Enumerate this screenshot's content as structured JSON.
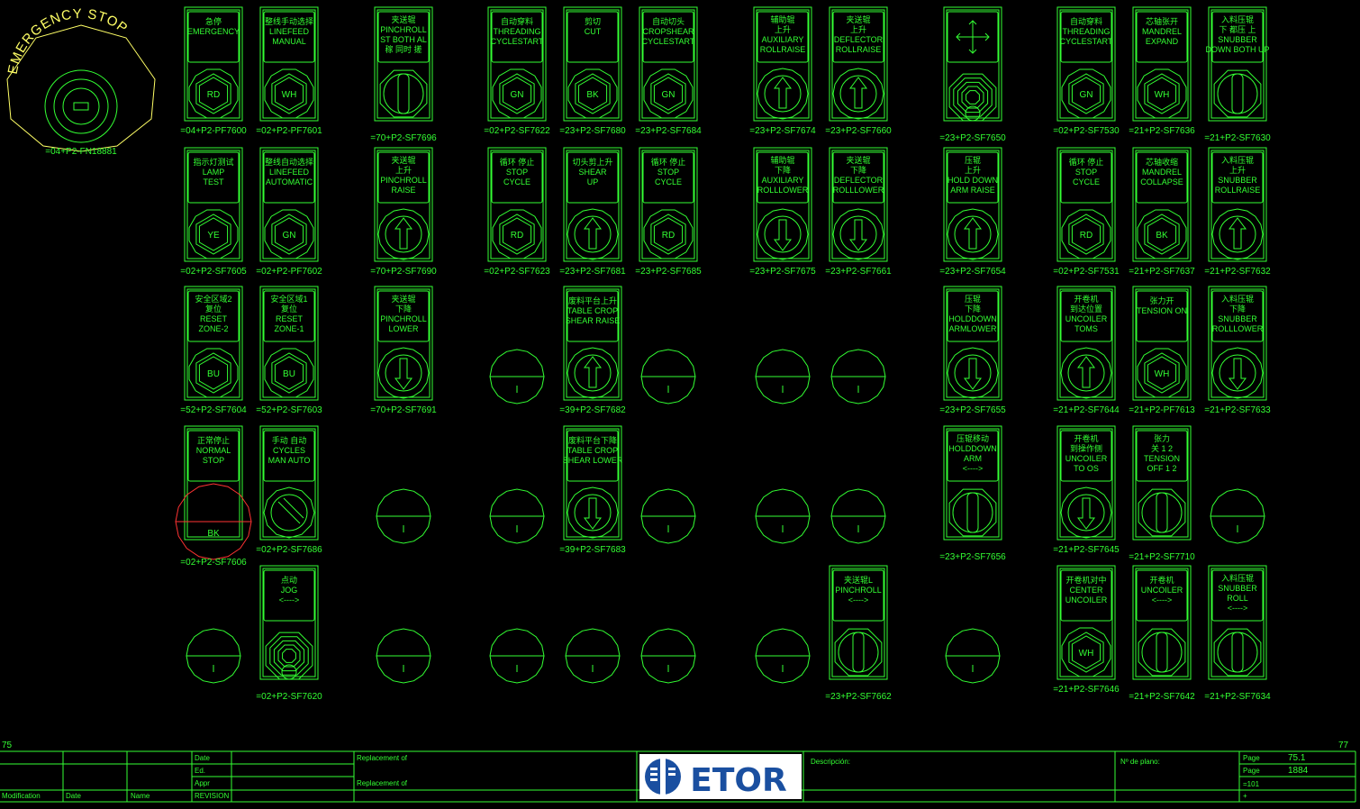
{
  "page_markers": {
    "left": "75",
    "right": "77"
  },
  "emergency": {
    "text": "EMERGENCY STOP",
    "tag": "=04+P2-FN18881"
  },
  "stations": [
    {
      "col": 0,
      "row": 0,
      "kind": "lamp",
      "color": "RD",
      "label": [
        "急停",
        "EMERGENCY"
      ],
      "tag": "=04+P2-PF7600"
    },
    {
      "col": 1,
      "row": 0,
      "kind": "lamp",
      "color": "WH",
      "label": [
        "整线手动选择",
        "LINEFEED",
        "MANUAL"
      ],
      "tag": "=02+P2-PF7601"
    },
    {
      "col": 2,
      "row": 0,
      "kind": "selector",
      "label": [
        "夹送辊",
        "PINCHROLL",
        "ST BOTH AL",
        "稼 同时 搓"
      ],
      "tag": "=70+P2-SF7696"
    },
    {
      "col": 3,
      "row": 0,
      "kind": "button",
      "color": "GN",
      "label": [
        "自动穿料",
        "THREADING",
        "CYCLESTART"
      ],
      "tag": "=02+P2-SF7622"
    },
    {
      "col": 4,
      "row": 0,
      "kind": "button",
      "color": "BK",
      "label": [
        "剪切",
        "CUT"
      ],
      "tag": "=23+P2-SF7680"
    },
    {
      "col": 5,
      "row": 0,
      "kind": "button",
      "color": "GN",
      "label": [
        "自动切头",
        "CROPSHEAR",
        "CYCLESTART"
      ],
      "tag": "=23+P2-SF7684"
    },
    {
      "col": 6,
      "row": 0,
      "kind": "arrow",
      "dir": "up",
      "label": [
        "辅助辊",
        "上升",
        "AUXILIARY",
        "ROLLRAISE"
      ],
      "tag": "=23+P2-SF7674"
    },
    {
      "col": 7,
      "row": 0,
      "kind": "arrow",
      "dir": "up",
      "label": [
        "夹送辊",
        "上升",
        "DEFLECTOR",
        "ROLLRAISE"
      ],
      "tag": "=23+P2-SF7660"
    },
    {
      "col": 8,
      "row": 0,
      "kind": "joystick",
      "label": [],
      "tag": "=23+P2-SF7650"
    },
    {
      "col": 9,
      "row": 0,
      "kind": "button",
      "color": "GN",
      "label": [
        "自动穿料",
        "THREADING",
        "CYCLESTART"
      ],
      "tag": "=02+P2-SF7530"
    },
    {
      "col": 10,
      "row": 0,
      "kind": "button",
      "color": "WH",
      "label": [
        "芯轴张开",
        "MANDREL",
        "EXPAND"
      ],
      "tag": "=21+P2-SF7636"
    },
    {
      "col": 11,
      "row": 0,
      "kind": "selector",
      "label": [
        "入料压辊",
        "下 都压 上",
        "SNUBBER",
        "DOWN BOTH UP"
      ],
      "tag": "=21+P2-SF7630"
    },
    {
      "col": 0,
      "row": 1,
      "kind": "lamp",
      "color": "YE",
      "label": [
        "指示灯测试",
        "LAMP",
        "TEST"
      ],
      "tag": "=02+P2-SF7605"
    },
    {
      "col": 1,
      "row": 1,
      "kind": "lamp",
      "color": "GN",
      "label": [
        "整线自动选择",
        "LINEFEED",
        "AUTOMATIC"
      ],
      "tag": "=02+P2-PF7602"
    },
    {
      "col": 2,
      "row": 1,
      "kind": "arrow",
      "dir": "up",
      "label": [
        "夹送辊",
        "上升",
        "PINCHROLL",
        "RAISE"
      ],
      "tag": "=70+P2-SF7690"
    },
    {
      "col": 3,
      "row": 1,
      "kind": "button",
      "color": "RD",
      "label": [
        "循环 停止",
        "STOP",
        "CYCLE"
      ],
      "tag": "=02+P2-SF7623"
    },
    {
      "col": 4,
      "row": 1,
      "kind": "arrow",
      "dir": "up",
      "label": [
        "切头剪上升",
        "SHEAR",
        "UP"
      ],
      "tag": "=23+P2-SF7681"
    },
    {
      "col": 5,
      "row": 1,
      "kind": "button",
      "color": "RD",
      "label": [
        "循环 停止",
        "STOP",
        "CYCLE"
      ],
      "tag": "=23+P2-SF7685"
    },
    {
      "col": 6,
      "row": 1,
      "kind": "arrow",
      "dir": "down",
      "label": [
        "辅助辊",
        "下降",
        "AUXILIARY",
        "ROLLLOWER"
      ],
      "tag": "=23+P2-SF7675"
    },
    {
      "col": 7,
      "row": 1,
      "kind": "arrow",
      "dir": "down",
      "label": [
        "夹送辊",
        "下降",
        "DEFLECTOR",
        "ROLLLOWER"
      ],
      "tag": "=23+P2-SF7661"
    },
    {
      "col": 8,
      "row": 1,
      "kind": "arrow",
      "dir": "up",
      "label": [
        "压辊",
        "上升",
        "HOLD DOWN",
        "ARM RAISE"
      ],
      "tag": "=23+P2-SF7654"
    },
    {
      "col": 9,
      "row": 1,
      "kind": "button",
      "color": "RD",
      "label": [
        "循环 停止",
        "STOP",
        "CYCLE"
      ],
      "tag": "=02+P2-SF7531"
    },
    {
      "col": 10,
      "row": 1,
      "kind": "button",
      "color": "BK",
      "label": [
        "芯轴收缩",
        "MANDREL",
        "COLLAPSE"
      ],
      "tag": "=21+P2-SF7637"
    },
    {
      "col": 11,
      "row": 1,
      "kind": "arrow",
      "dir": "up",
      "label": [
        "入料压辊",
        "上升",
        "SNUBBER",
        "ROLLRAISE"
      ],
      "tag": "=21+P2-SF7632"
    },
    {
      "col": 0,
      "row": 2,
      "kind": "button",
      "color": "BU",
      "label": [
        "安全区域2",
        "复位",
        "RESET",
        "ZONE-2"
      ],
      "tag": "=52+P2-SF7604"
    },
    {
      "col": 1,
      "row": 2,
      "kind": "button",
      "color": "BU",
      "label": [
        "安全区域1",
        "复位",
        "RESET",
        "ZONE-1"
      ],
      "tag": "=52+P2-SF7603"
    },
    {
      "col": 2,
      "row": 2,
      "kind": "arrow",
      "dir": "down",
      "label": [
        "夹送辊",
        "下降",
        "PINCHROLL",
        "LOWER"
      ],
      "tag": "=70+P2-SF7691"
    },
    {
      "col": 3,
      "row": 2,
      "kind": "blank"
    },
    {
      "col": 4,
      "row": 2,
      "kind": "arrow",
      "dir": "up",
      "label": [
        "废料平台上升",
        "TABLE CROP",
        "SHEAR RAISE"
      ],
      "tag": "=39+P2-SF7682"
    },
    {
      "col": 5,
      "row": 2,
      "kind": "blank"
    },
    {
      "col": 6,
      "row": 2,
      "kind": "blank"
    },
    {
      "col": 7,
      "row": 2,
      "kind": "blank"
    },
    {
      "col": 8,
      "row": 2,
      "kind": "arrow",
      "dir": "down",
      "label": [
        "压辊",
        "下降",
        "HOLDDOWN",
        "ARMLOWER"
      ],
      "tag": "=23+P2-SF7655"
    },
    {
      "col": 9,
      "row": 2,
      "kind": "arrow",
      "dir": "up",
      "label": [
        "开卷机",
        "到达位置",
        "UNCOILER",
        "TOMS"
      ],
      "tag": "=21+P2-SF7644"
    },
    {
      "col": 10,
      "row": 2,
      "kind": "lamp",
      "color": "WH",
      "label": [
        "张力开",
        "TENSION ON"
      ],
      "tag": "=21+P2-PF7613"
    },
    {
      "col": 11,
      "row": 2,
      "kind": "arrow",
      "dir": "down",
      "label": [
        "入料压辊",
        "下降",
        "SNUBBER",
        "ROLLLOWER"
      ],
      "tag": "=21+P2-SF7633"
    },
    {
      "col": 0,
      "row": 3,
      "kind": "mushroom",
      "color": "BK",
      "label": [
        "正常停止",
        "NORMAL",
        "STOP"
      ],
      "tag": "=02+P2-SF7606"
    },
    {
      "col": 1,
      "row": 3,
      "kind": "keyswitch",
      "label": [
        "手动 自动",
        "CYCLES",
        "MAN AUTO"
      ],
      "tag": "=02+P2-SF7686"
    },
    {
      "col": 2,
      "row": 3,
      "kind": "blank"
    },
    {
      "col": 3,
      "row": 3,
      "kind": "blank"
    },
    {
      "col": 4,
      "row": 3,
      "kind": "arrow",
      "dir": "down",
      "label": [
        "废料平台下降",
        "TABLE CROP",
        "SHEAR LOWER"
      ],
      "tag": "=39+P2-SF7683"
    },
    {
      "col": 5,
      "row": 3,
      "kind": "blank"
    },
    {
      "col": 6,
      "row": 3,
      "kind": "blank"
    },
    {
      "col": 7,
      "row": 3,
      "kind": "blank"
    },
    {
      "col": 8,
      "row": 3,
      "kind": "selector",
      "label": [
        "压辊移动",
        "HOLDDOWN",
        "ARM",
        "<---->"
      ],
      "tag": "=23+P2-SF7656"
    },
    {
      "col": 9,
      "row": 3,
      "kind": "arrow",
      "dir": "down",
      "label": [
        "开卷机",
        "到操作侧",
        "UNCOILER",
        "TO OS"
      ],
      "tag": "=21+P2-SF7645"
    },
    {
      "col": 10,
      "row": 3,
      "kind": "selector",
      "label": [
        "张力",
        "关 1 2",
        "TENSION",
        "OFF 1 2"
      ],
      "tag": "=21+P2-SF7710"
    },
    {
      "col": 11,
      "row": 3,
      "kind": "blank"
    },
    {
      "col": 0,
      "row": 4,
      "kind": "blank"
    },
    {
      "col": 1,
      "row": 4,
      "kind": "joystick",
      "label": [
        "点动",
        "JOG",
        "<---->"
      ],
      "tag": "=02+P2-SF7620"
    },
    {
      "col": 2,
      "row": 4,
      "kind": "blank"
    },
    {
      "col": 3,
      "row": 4,
      "kind": "blank"
    },
    {
      "col": 4,
      "row": 4,
      "kind": "blank"
    },
    {
      "col": 5,
      "row": 4,
      "kind": "blank"
    },
    {
      "col": 6,
      "row": 4,
      "kind": "blank"
    },
    {
      "col": 7,
      "row": 4,
      "kind": "selector",
      "label": [
        "夹送辊L",
        "PINCHROLL",
        "<---->"
      ],
      "tag": "=23+P2-SF7662"
    },
    {
      "col": 8,
      "row": 4,
      "kind": "blank"
    },
    {
      "col": 9,
      "row": 4,
      "kind": "lamp",
      "color": "WH",
      "label": [
        "开卷机对中",
        "CENTER",
        "UNCOILER"
      ],
      "tag": "=21+P2-SF7646"
    },
    {
      "col": 10,
      "row": 4,
      "kind": "selector",
      "label": [
        "开卷机",
        "UNCOILER",
        "<---->"
      ],
      "tag": "=21+P2-SF7642"
    },
    {
      "col": 11,
      "row": 4,
      "kind": "selector",
      "label": [
        "入料压辊",
        "SNUBBER",
        "ROLL",
        "<---->"
      ],
      "tag": "=21+P2-SF7634"
    }
  ],
  "title_block": {
    "date": "Date",
    "ed": "Ed.",
    "appr": "Appr",
    "replacement_of_1": "Replacement of",
    "replacement_of_2": "Replacement of",
    "modification": "Modification",
    "date_col": "Date",
    "name_col": "Name",
    "revision": "REVISION",
    "logo_text": "ETOR",
    "descripcion": "Descripción:",
    "no_plano": "Nº de plano:",
    "page_label": "Page",
    "page_value": "75.1",
    "page2_label": "Page",
    "page2_value": "1884",
    "eq": "=101",
    "plus": "+"
  },
  "colors": {
    "line": "#33ff33",
    "yellow": "#ffff66",
    "red": "#ff3333",
    "logo_blue": "#1a4fa0",
    "white": "#ffffff"
  }
}
